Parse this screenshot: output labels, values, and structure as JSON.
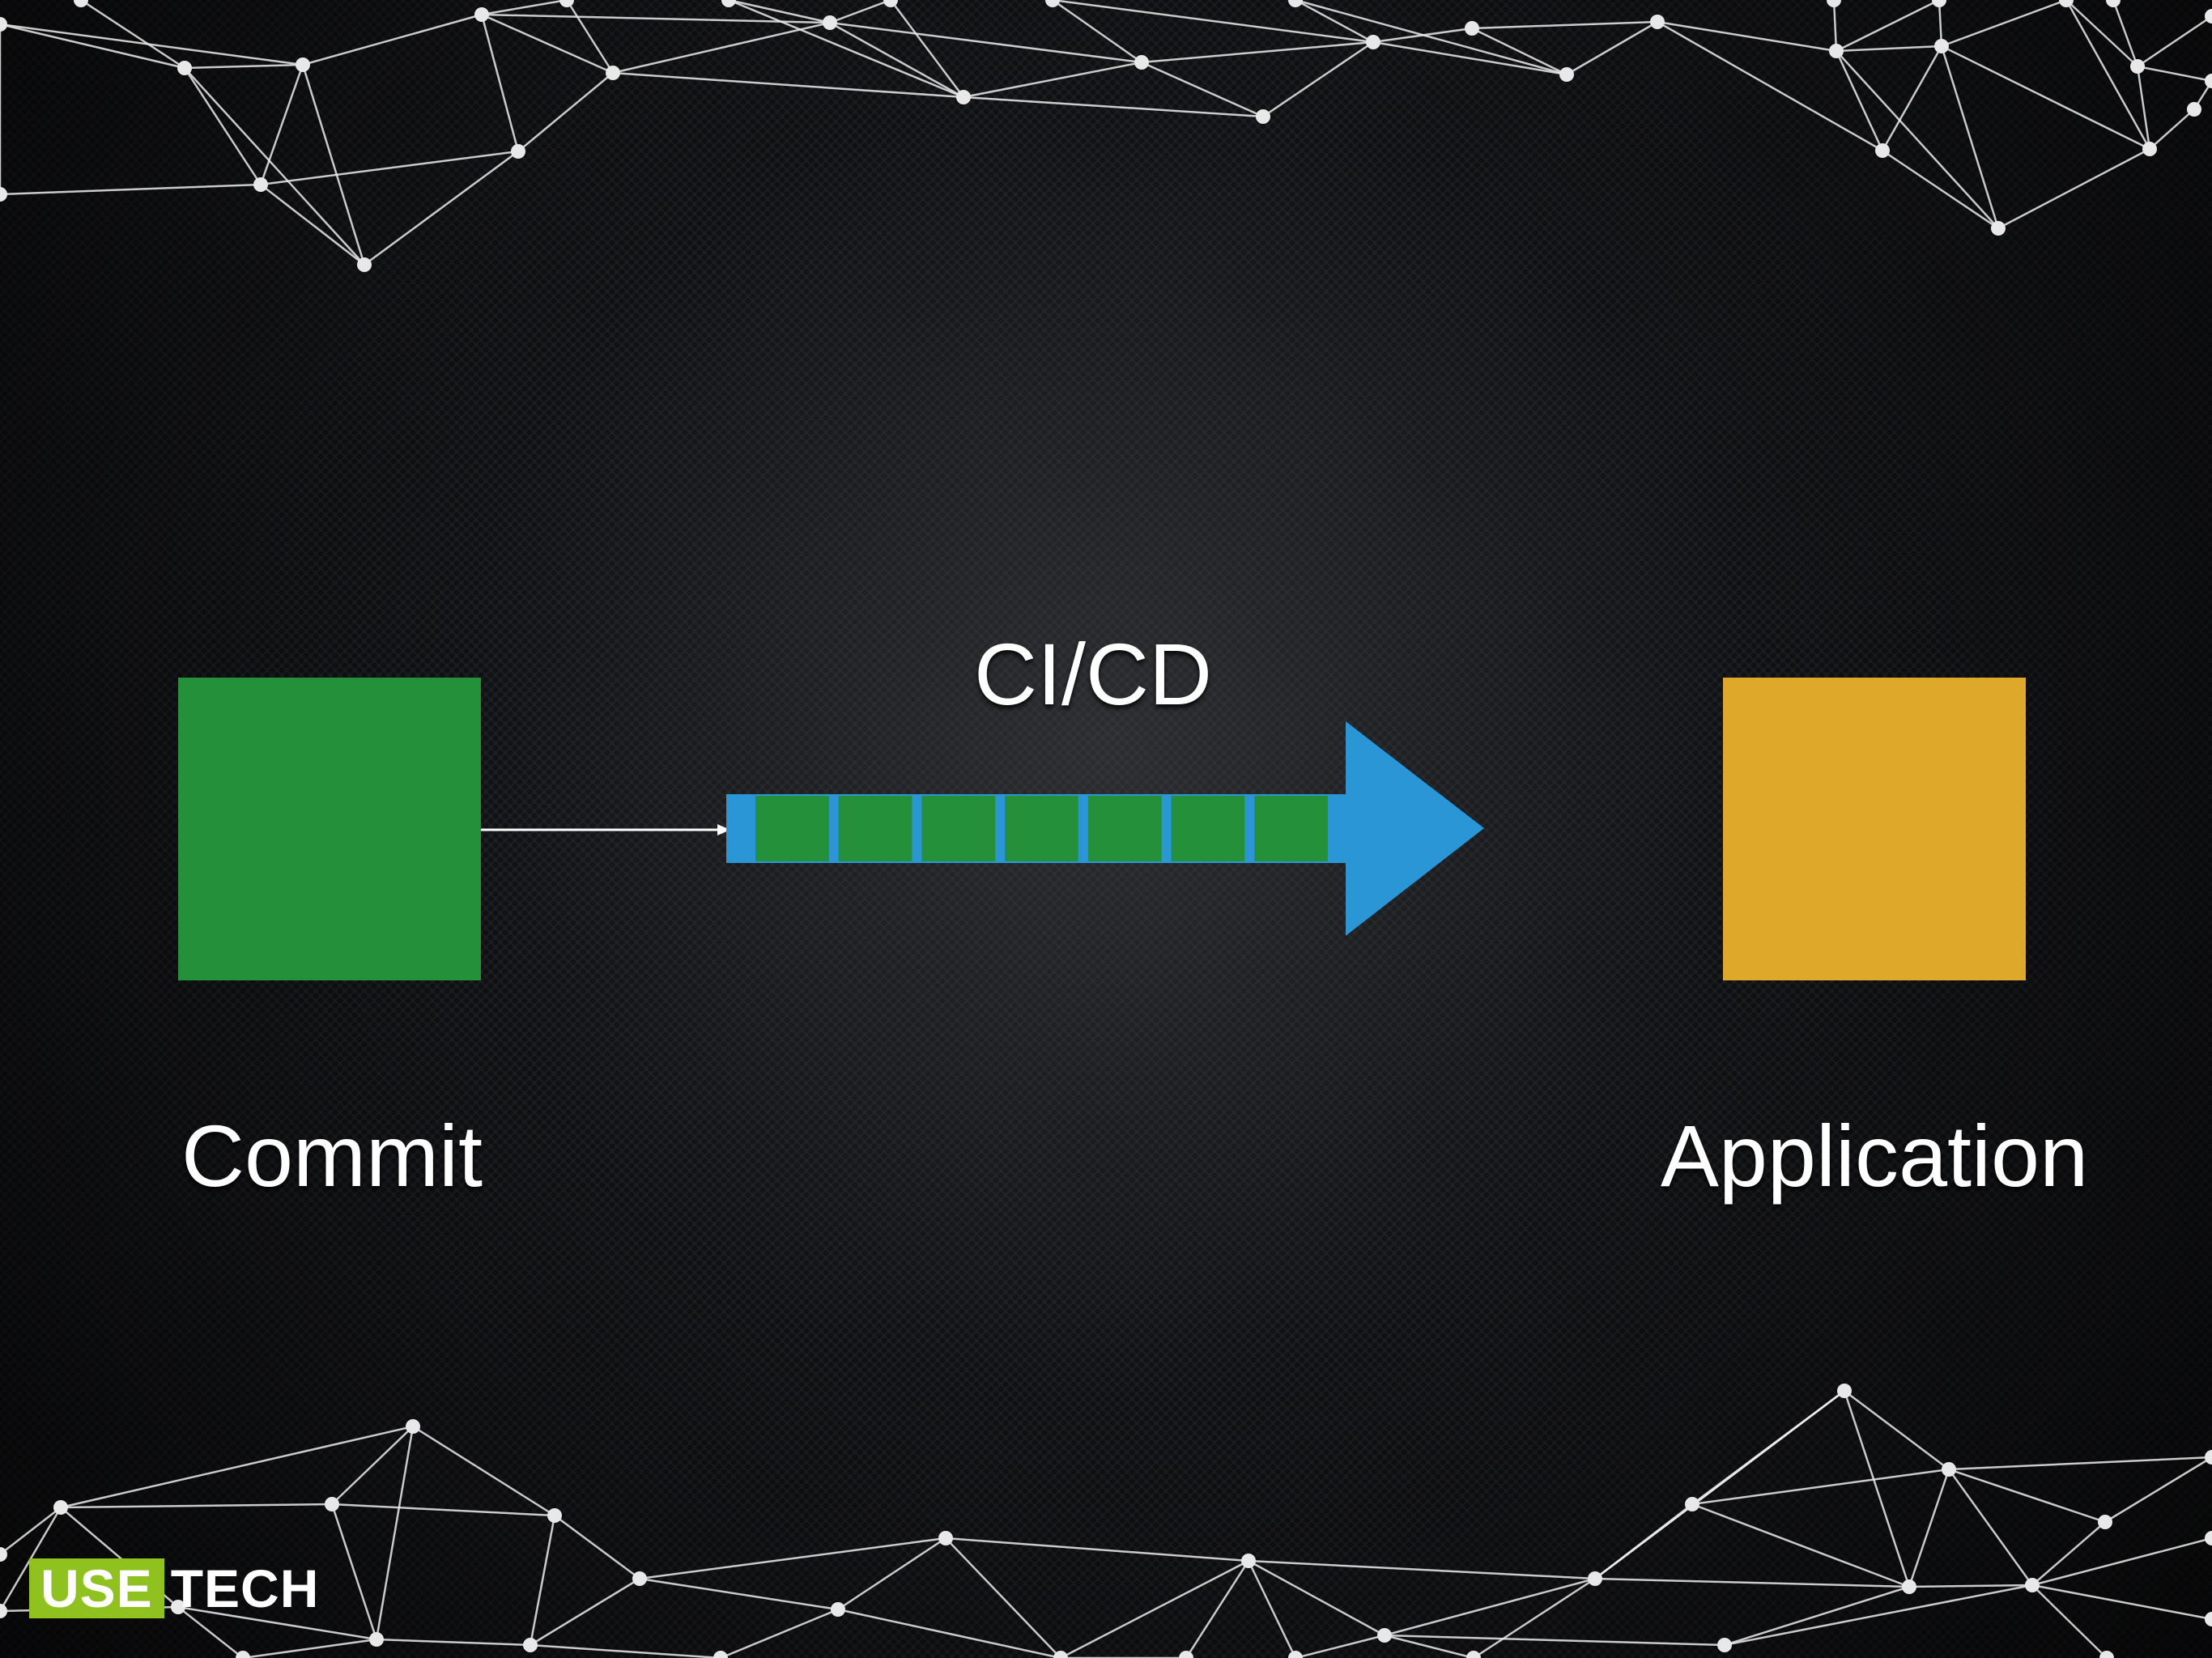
{
  "diagram": {
    "title": "CI/CD",
    "source_label": "Commit",
    "target_label": "Application",
    "pipeline_stage_count": 7
  },
  "logo": {
    "part1": "USE",
    "part2": "TECH"
  },
  "colors": {
    "commit_box": "#24913a",
    "application_box": "#dea82a",
    "pipeline_arrow": "#2b96d6",
    "pipeline_stage": "#24913a",
    "logo_accent": "#8fc21f"
  }
}
